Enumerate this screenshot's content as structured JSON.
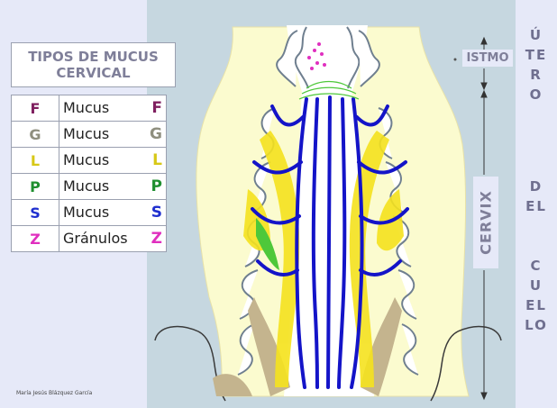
{
  "legend": {
    "title_line1": "TIPOS DE MUCUS",
    "title_line2": "CERVICAL",
    "rows": [
      {
        "letter": "F",
        "label": "Mucus",
        "color": "#7f1f5f"
      },
      {
        "letter": "G",
        "label": "Mucus",
        "color": "#8f8f7f"
      },
      {
        "letter": "L",
        "label": "Mucus",
        "color": "#d7c817"
      },
      {
        "letter": "P",
        "label": "Mucus",
        "color": "#1f8f2f"
      },
      {
        "letter": "S",
        "label": "Mucus",
        "color": "#1f2fcf"
      },
      {
        "letter": "Z",
        "label": "Gránulos",
        "color": "#e02fbf"
      }
    ]
  },
  "labels": {
    "istmo": "ISTMO",
    "cervix": "CERVIX",
    "utero": "ÚTERO",
    "del": "DEL",
    "cuello": "CUELLO"
  },
  "credit": "María Jesús Blázquez García",
  "colors": {
    "uterus_wall": "#fbfbcf",
    "mucus_blue": "#1414c8",
    "mucus_yellow": "#f5e21e",
    "mucus_green": "#4ec83a",
    "mucus_grey": "#c4b48e",
    "granules": "#e02fbf"
  }
}
